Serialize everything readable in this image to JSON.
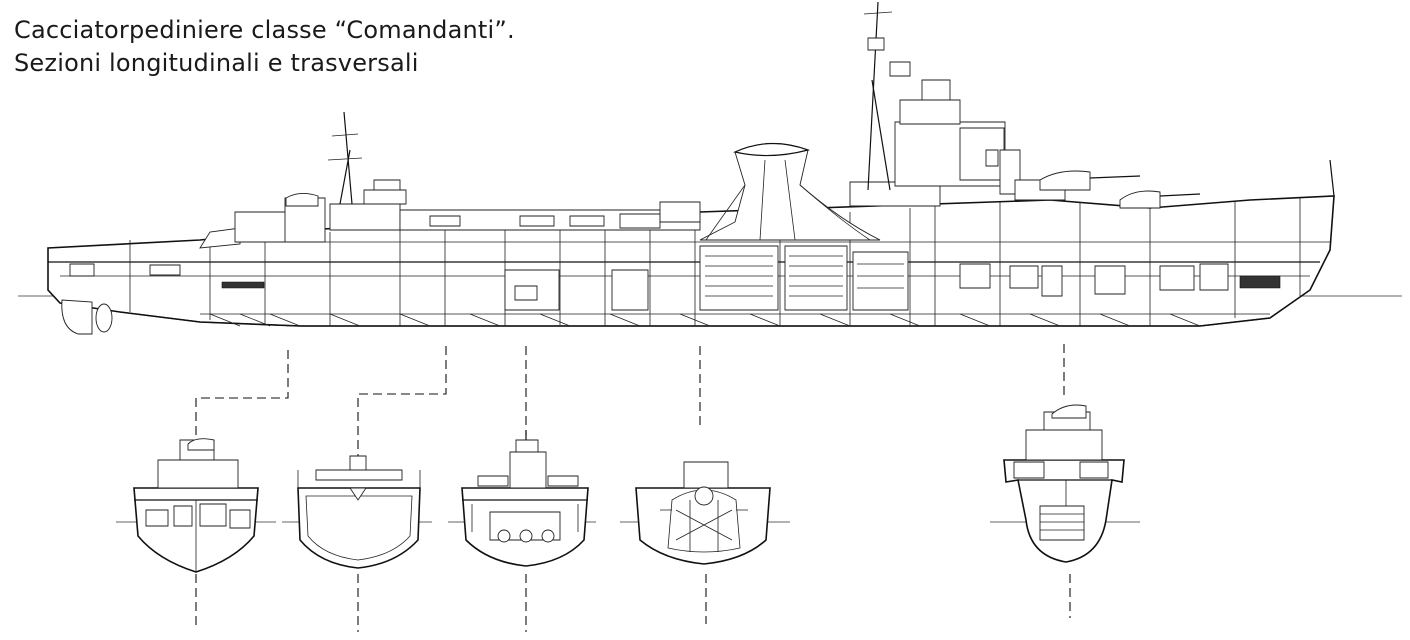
{
  "title": {
    "line1": "Cacciatorpediniere classe “Comandanti”.",
    "line2": "Sezioni longitudinali e trasversali"
  },
  "colors": {
    "ink": "#111111",
    "paper": "#ffffff"
  },
  "drawing": {
    "longitudinal_section": "ship-profile",
    "transverse_sections": [
      "section-1",
      "section-2",
      "section-3",
      "section-4",
      "section-5"
    ]
  }
}
